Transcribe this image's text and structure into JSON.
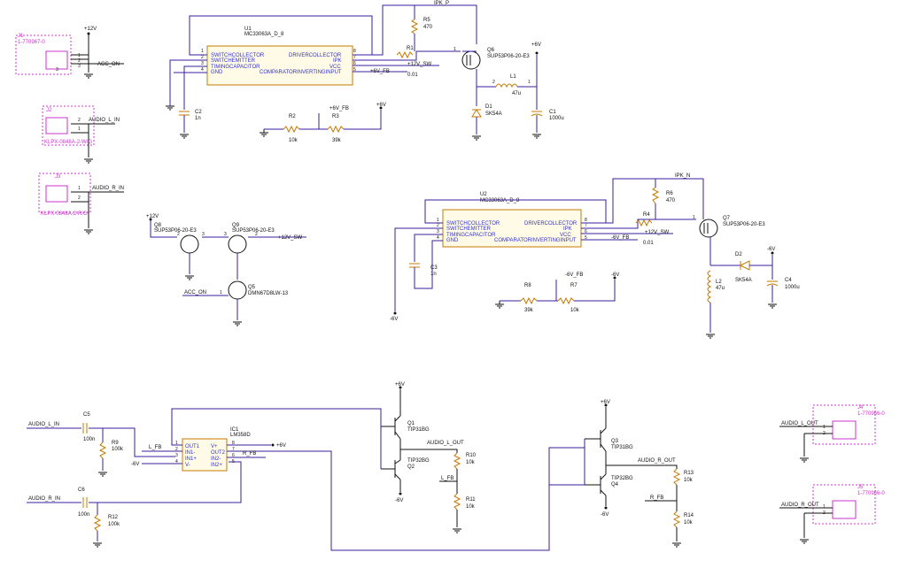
{
  "rails": {
    "p12v": "+12V",
    "p6v": "+6V",
    "m6v": "-6V",
    "p12v_sw": "+12V_SW",
    "p6v_fb": "+6V_FB",
    "m6v_fb": "-6V_FB"
  },
  "nets": {
    "acc_on": "ACC_ON",
    "ipk_p": "IPK_P",
    "ipk_n": "IPK_N",
    "audio_l_in": "AUDIO_L_IN",
    "audio_r_in": "AUDIO_R_IN",
    "audio_l_out": "AUDIO_L_OUT",
    "audio_r_out": "AUDIO_R_OUT",
    "l_fb": "L_FB",
    "r_fb": "R_FB"
  },
  "connectors": {
    "j1": {
      "ref": "J1",
      "part": "1-770967-0"
    },
    "j2": {
      "ref": "J2",
      "part": "KLPX-0848A-2-W/G"
    },
    "j3": {
      "ref": "J3",
      "part": "KLPX-0848A-2-R/G"
    },
    "j4": {
      "ref": "J4",
      "part": "1-770966-0"
    },
    "j5": {
      "ref": "J5",
      "part": "1-770966-0"
    }
  },
  "ics": {
    "u1": {
      "ref": "U1",
      "part": "MC33063A_D_8",
      "pins_left": [
        "SWITCHCOLLECTOR",
        "SWITCHEMITTER",
        "TIMINGCAPACITOR",
        "GND"
      ],
      "pins_right": [
        "DRIVERCOLLECTOR",
        "IPK",
        "VCC",
        "COMPARATORINVERTINGINPUT"
      ],
      "nums_left": [
        "1",
        "2",
        "3",
        "4"
      ],
      "nums_right": [
        "8",
        "7",
        "6",
        "5"
      ]
    },
    "u2": {
      "ref": "U2",
      "part": "MC33063A_D_8",
      "pins_left": [
        "SWITCHCOLLECTOR",
        "SWITCHEMITTER",
        "TIMINGCAPACITOR",
        "GND"
      ],
      "pins_right": [
        "DRIVERCOLLECTOR",
        "IPK",
        "VCC",
        "COMPARATORINVERTINGINPUT"
      ],
      "nums_left": [
        "1",
        "2",
        "3",
        "4"
      ],
      "nums_right": [
        "8",
        "7",
        "6",
        "5"
      ]
    },
    "ic1": {
      "ref": "IC1",
      "part": "LM358D",
      "pins_left": [
        "OUT1",
        "IN1-",
        "IN1+",
        "V-"
      ],
      "pins_right": [
        "V+",
        "OUT2",
        "IN2-",
        "IN2+"
      ],
      "nums_left": [
        "1",
        "2",
        "3",
        "4"
      ],
      "nums_right": [
        "8",
        "7",
        "6",
        "5"
      ]
    }
  },
  "resistors": {
    "r1": {
      "ref": "R1",
      "value": ""
    },
    "r2": {
      "ref": "R2",
      "value": "10k"
    },
    "r3": {
      "ref": "R3",
      "value": "39k"
    },
    "r4": {
      "ref": "R4",
      "value": ""
    },
    "r5": {
      "ref": "R5",
      "value": "470"
    },
    "r6": {
      "ref": "R6",
      "value": "470"
    },
    "r7": {
      "ref": "R7",
      "value": "10k"
    },
    "r8": {
      "ref": "R8",
      "value": "39k"
    },
    "r9": {
      "ref": "R9",
      "value": "100k"
    },
    "r10": {
      "ref": "R10",
      "value": "10k"
    },
    "r11": {
      "ref": "R11",
      "value": "10k"
    },
    "r12": {
      "ref": "R12",
      "value": "100k"
    },
    "r13": {
      "ref": "R13",
      "value": "10k"
    },
    "r14": {
      "ref": "R14",
      "value": "10k"
    }
  },
  "resistor_values_loose": {
    "u1_cmp": "0.01",
    "u2_cmp": "0.01"
  },
  "capacitors": {
    "c1": {
      "ref": "C1",
      "value": "1000u"
    },
    "c2": {
      "ref": "C2",
      "value": "1n"
    },
    "c3": {
      "ref": "C3",
      "value": "1n"
    },
    "c4": {
      "ref": "C4",
      "value": "1000u"
    },
    "c5": {
      "ref": "C5",
      "value": "100n"
    },
    "c6": {
      "ref": "C6",
      "value": "100n"
    }
  },
  "inductors": {
    "l1": {
      "ref": "L1",
      "value": "47u"
    },
    "l2": {
      "ref": "L2",
      "value": "47u"
    }
  },
  "diodes": {
    "d1": {
      "ref": "D1",
      "part": "SK54A"
    },
    "d2": {
      "ref": "D2",
      "part": "SK54A"
    }
  },
  "transistors": {
    "q1": {
      "ref": "Q1",
      "part": "TIP31BG"
    },
    "q2": {
      "ref": "Q2",
      "part": "TIP32BG"
    },
    "q3": {
      "ref": "Q3",
      "part": "TIP31BG"
    },
    "q4": {
      "ref": "Q4",
      "part": "TIP32BG"
    },
    "q5": {
      "ref": "Q5",
      "part": "DMN67D8LW-13"
    },
    "q6": {
      "ref": "Q6",
      "part": "SUP53P06-20-E3"
    },
    "q7": {
      "ref": "Q7",
      "part": "SUP53P06-20-E3"
    },
    "q8": {
      "ref": "Q8",
      "part": "SUP53P06-20-E3"
    },
    "q9": {
      "ref": "Q9",
      "part": "SUP53P06-20-E3"
    }
  },
  "pin_labels": {
    "p1": "1",
    "p2": "2",
    "p3": "3"
  }
}
